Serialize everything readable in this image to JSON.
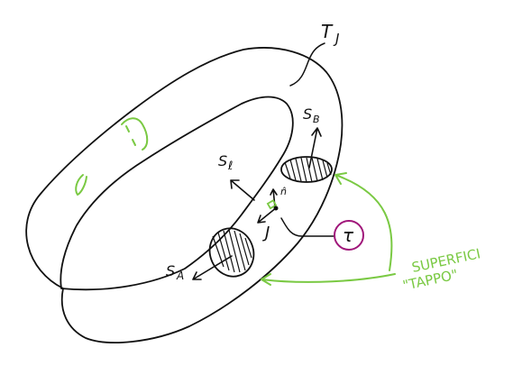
{
  "labels": {
    "tube": "T",
    "tube_sub": "J",
    "s_b": "S",
    "s_b_sub": "B",
    "s_l": "S",
    "s_l_sub": "ℓ",
    "s_a": "S",
    "s_a_sub": "A",
    "current": "J",
    "normal": "n̂",
    "tau": "τ",
    "annotation_line1": "SUPERFICI",
    "annotation_line2": "\"TAPPO\""
  },
  "colors": {
    "ink": "#111111",
    "highlight": "#7ac943",
    "circle": "#a0167a"
  }
}
